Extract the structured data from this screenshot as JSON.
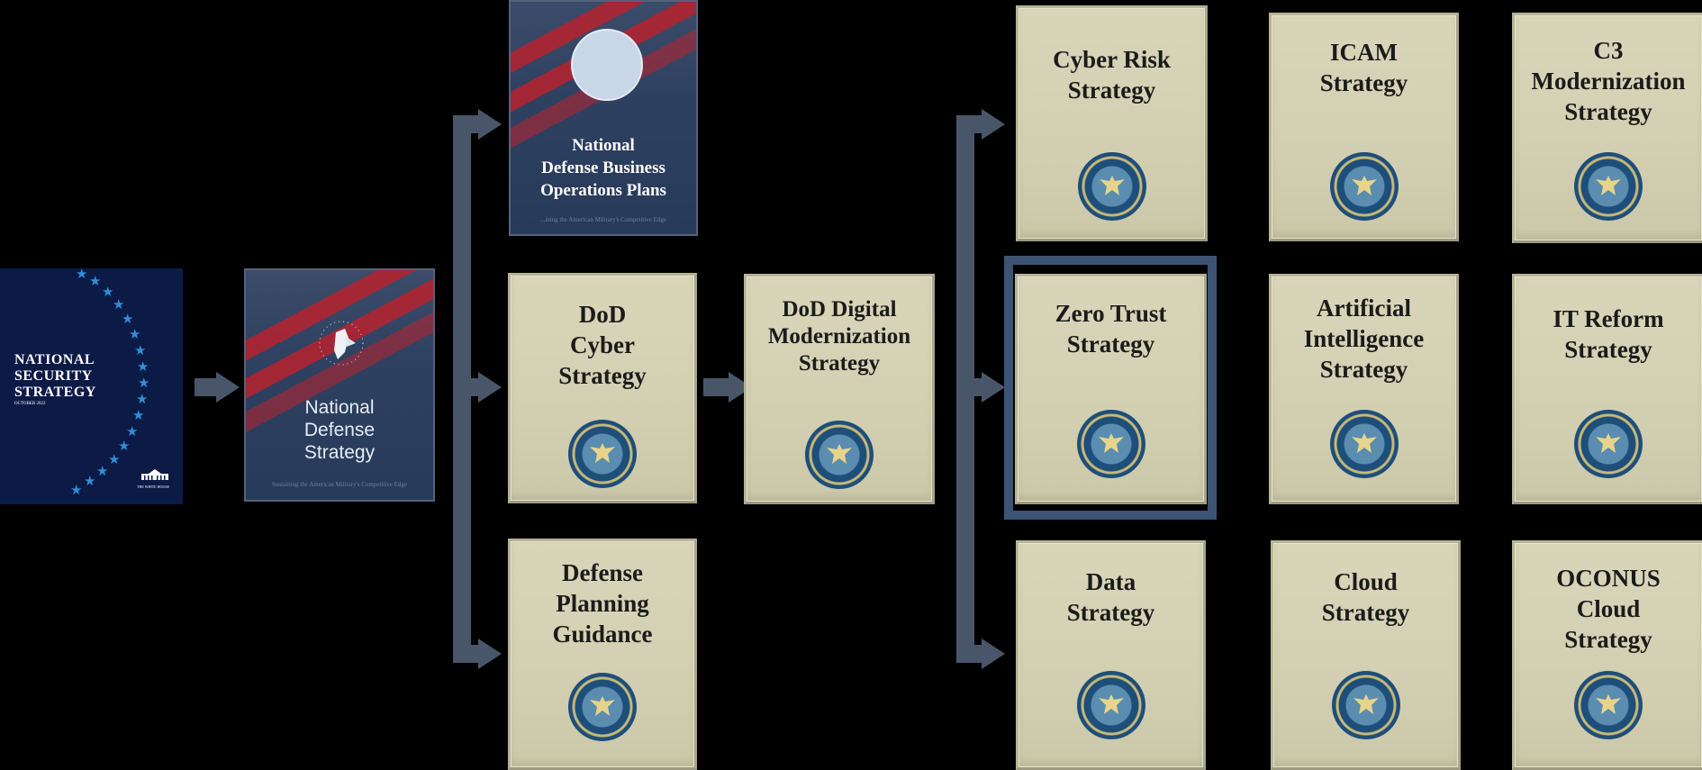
{
  "nss": {
    "title_lines": [
      "NATIONAL",
      "SECURITY",
      "STRATEGY"
    ],
    "date": "OCTOBER 2022",
    "footer": "THE WHITE HOUSE"
  },
  "nds": {
    "title_lines": [
      "National",
      "Defense",
      "Strategy"
    ],
    "tagline": "Sustaining the American Military's Competitive Edge"
  },
  "ndbop": {
    "title_lines": [
      "National",
      "Defense Business",
      "Operations Plans"
    ],
    "tagline": "...ining the American Military's Competitive Edge"
  },
  "column2": [
    {
      "lines": [
        "DoD",
        "Cyber",
        "Strategy"
      ]
    },
    {
      "lines": [
        "Defense",
        "Planning",
        "Guidance"
      ]
    }
  ],
  "column3": [
    {
      "lines": [
        "DoD Digital",
        "Modernization",
        "Strategy"
      ]
    }
  ],
  "grid": {
    "r1": [
      {
        "lines": [
          "Cyber Risk",
          "Strategy"
        ]
      },
      {
        "lines": [
          "ICAM",
          "Strategy"
        ]
      },
      {
        "lines": [
          "C3",
          "Modernization",
          "Strategy"
        ]
      }
    ],
    "r2": [
      {
        "lines": [
          "Zero Trust",
          "Strategy"
        ]
      },
      {
        "lines": [
          "Artificial",
          "Intelligence",
          "Strategy"
        ]
      },
      {
        "lines": [
          "IT Reform",
          "Strategy"
        ]
      }
    ],
    "r3": [
      {
        "lines": [
          "Data",
          "Strategy"
        ]
      },
      {
        "lines": [
          "Cloud",
          "Strategy"
        ]
      },
      {
        "lines": [
          "OCONUS",
          "Cloud",
          "Strategy"
        ]
      }
    ]
  },
  "icons": [
    "dod-seal-icon",
    "eagle-icon",
    "star-icon",
    "right-arrow-icon",
    "white-house-icon"
  ],
  "colors": {
    "background": "#000000",
    "connector": "#49566a",
    "card": "#d6d2b5",
    "highlight": "#3c5374",
    "nss_cover": "#0c1a46",
    "star": "#2f8fd8"
  }
}
